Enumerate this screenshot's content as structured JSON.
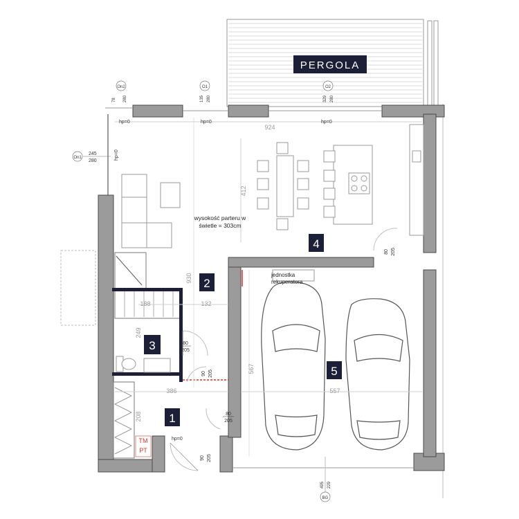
{
  "labels": {
    "pergola": "PERGOLA",
    "room_height": [
      "wysokość parteru w",
      "świetle = 303cm"
    ],
    "recuperator": [
      "jednostka",
      "rekuperatora"
    ],
    "tm": "TM",
    "pt": "PT"
  },
  "rooms": [
    "1",
    "2",
    "3",
    "4",
    "5"
  ],
  "hp_marks": [
    "hp=0",
    "hp=0",
    "hp=0",
    "hp=0",
    "hp=0"
  ],
  "dimensions": {
    "d924": "924",
    "d412": "412",
    "d930": "930",
    "d132": "132",
    "d188": "188",
    "d249": "249",
    "d386": "386",
    "d208": "208",
    "d567": "567",
    "d557": "557"
  },
  "doors": {
    "door_3": [
      "80",
      "205"
    ],
    "door_2": [
      "90",
      "205"
    ],
    "door_1": [
      "80",
      "205"
    ],
    "door_entry": [
      "90",
      "205"
    ],
    "door_4": [
      "80",
      "205"
    ]
  },
  "windows": {
    "on2": {
      "tag": "On2",
      "w": "78",
      "h": "280"
    },
    "o1": {
      "tag": "O1",
      "w": "135",
      "h": "280"
    },
    "o2": {
      "tag": "O2",
      "w": "329",
      "h": "280"
    },
    "on1": {
      "tag": "On1",
      "w": "245",
      "h": "280"
    },
    "bg": {
      "tag": "BG",
      "w": "495",
      "h": "229"
    }
  },
  "colors": {
    "wall": "#9b9b9b",
    "wall_dark": "#1b2038",
    "badge": "#1b2038",
    "red_marker": "#d9342b"
  }
}
